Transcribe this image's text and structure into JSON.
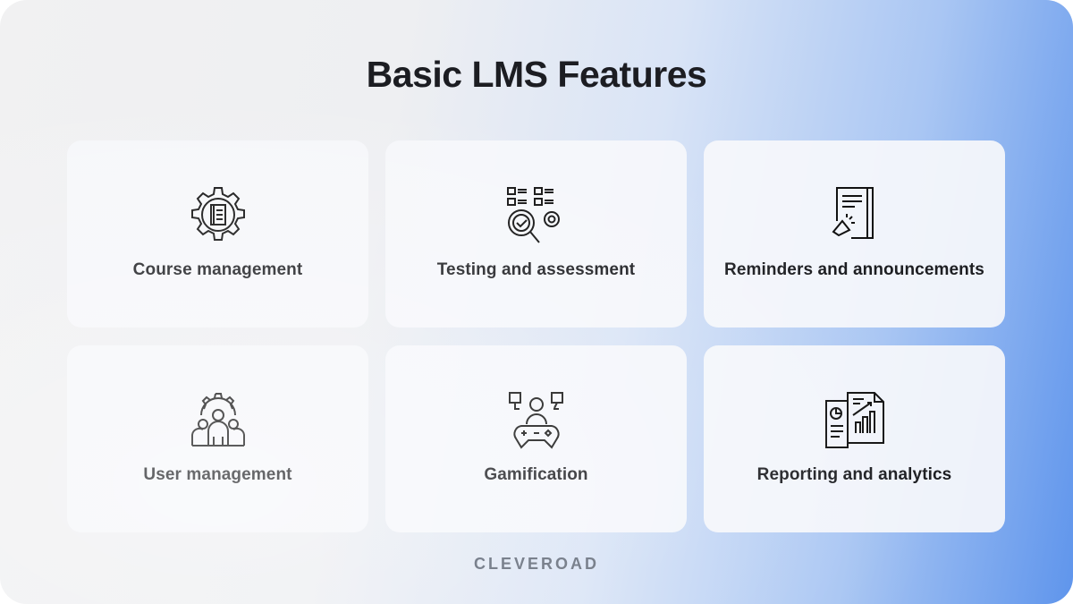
{
  "title": "Basic LMS Features",
  "features": [
    {
      "label": "Course management",
      "icon": "gear-document-icon"
    },
    {
      "label": "Testing and assessment",
      "icon": "checklist-magnifier-icon"
    },
    {
      "label": "Reminders and announcements",
      "icon": "document-megaphone-icon"
    },
    {
      "label": "User management",
      "icon": "users-gear-icon"
    },
    {
      "label": "Gamification",
      "icon": "gamer-controller-icon"
    },
    {
      "label": "Reporting and analytics",
      "icon": "report-chart-icon"
    }
  ],
  "footer": "CLEVEROAD",
  "colors": {
    "accent": "#5f95ec",
    "text": "#1c1d22"
  }
}
